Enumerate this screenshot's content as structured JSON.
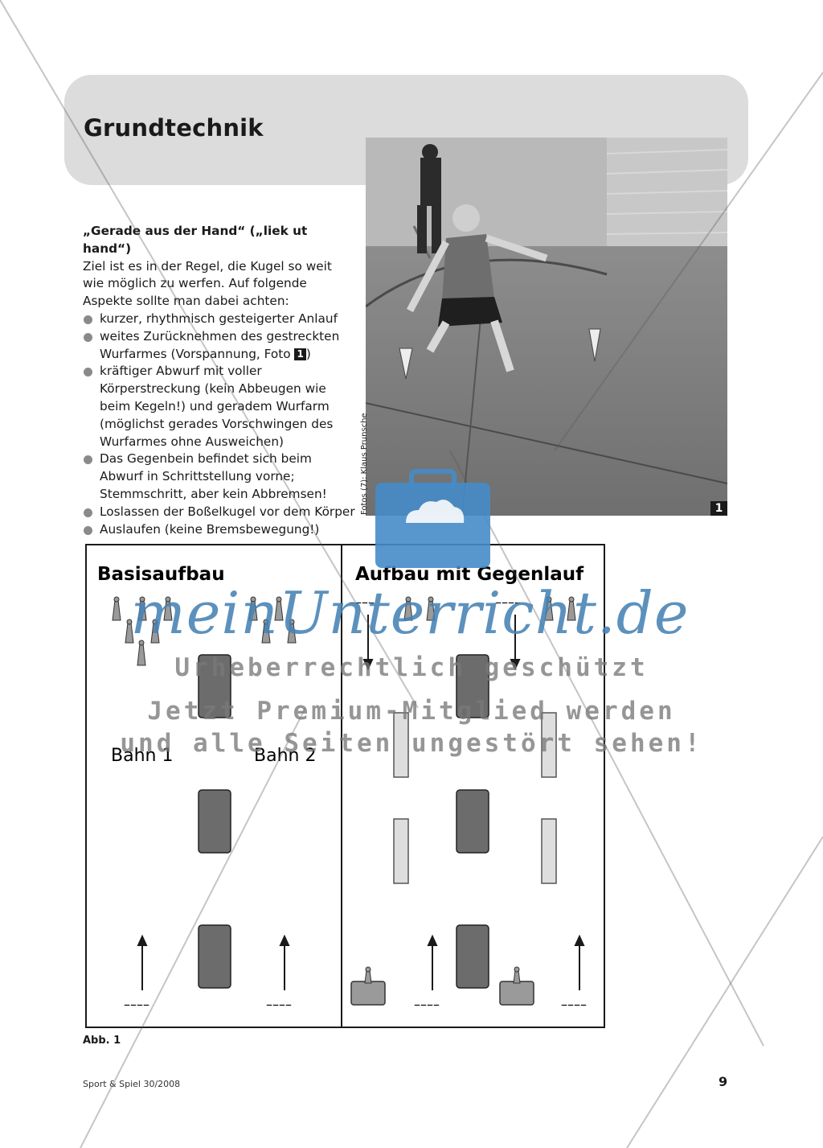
{
  "header": {
    "title": "Grundtechnik"
  },
  "text": {
    "heading": "„Gerade aus der Hand“ („liek ut hand“)",
    "intro": "Ziel ist es in der Regel, die Kugel so weit wie möglich zu werfen. Auf folgende Aspekte sollte man dabei achten:",
    "bullets": [
      "kurzer, rhythmisch gesteigerter Anlauf",
      "weites Zurücknehmen des gestreckten Wurfarmes (Vorspannung, Foto ",
      "kräftiger Abwurf mit voller Körperstreckung (kein Abbeugen wie beim Kegeln!) und geradem Wurfarm (möglichst gerades Vorschwingen des Wurfarmes ohne Ausweichen)",
      "Das Gegenbein befindet sich beim Abwurf in Schrittstellung vorne; Stemmschritt, aber kein Abbremsen!",
      "Loslassen der Boßelkugel vor dem Körper",
      "Auslaufen (keine Bremsbewegung!)"
    ],
    "bullet2_ref": "1",
    "bullet2_end": ")"
  },
  "photo": {
    "badge": "1",
    "credit": "Fotos (7): Klaus Prunsche"
  },
  "diagram": {
    "left_title": "Basisaufbau",
    "right_title": "Aufbau mit Gegenlauf",
    "lane1": "Bahn 1",
    "lane2": "Bahn 2",
    "dashes": "––––"
  },
  "figure": {
    "caption": "Abb. 1"
  },
  "footer": {
    "left": "Sport & Spiel  30/2008",
    "page": "9"
  },
  "watermark": {
    "logo": "meinUnterricht.de",
    "line1": "Urheberrechtlich geschützt",
    "line2": "Jetzt Premium-Mitglied werden",
    "line3": "und alle Seiten ungestört sehen!"
  }
}
